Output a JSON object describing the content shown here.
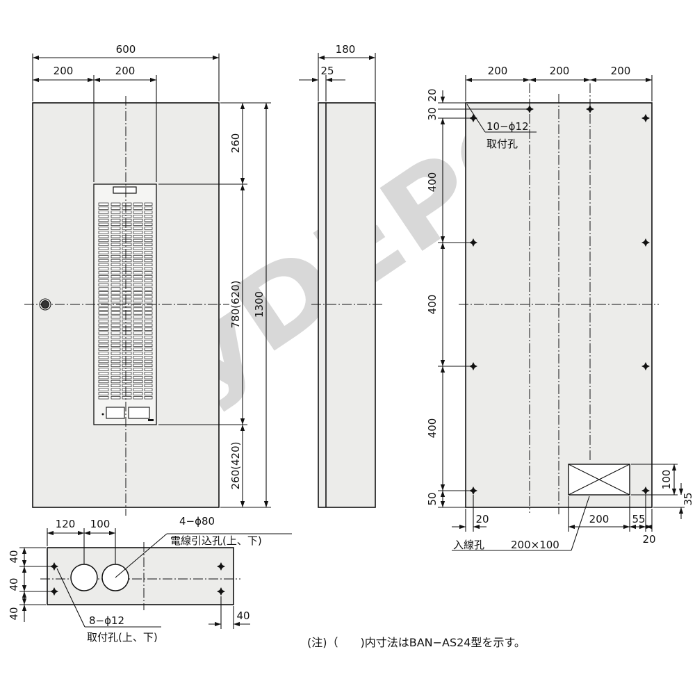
{
  "front": {
    "dims": {
      "width": "600",
      "left_offset": "200",
      "grille_width": "200",
      "top_gap": "260",
      "grille_height": "780(620)",
      "bottom_gap": "260(420)",
      "height": "1300"
    }
  },
  "side": {
    "dims": {
      "depth": "180",
      "flange": "25"
    }
  },
  "back": {
    "dims": {
      "spacing_1": "200",
      "spacing_2": "200",
      "spacing_3": "200",
      "top_20": "20",
      "top_30": "30",
      "v_400_1": "400",
      "v_400_2": "400",
      "v_400_3": "400",
      "bottom_50": "50",
      "bottom_20": "20",
      "inlet_w": "200",
      "inlet_right": "55",
      "right_20": "20",
      "inlet_h": "100",
      "inlet_bottom": "35"
    },
    "mount_callout": {
      "spec": "10−ϕ12",
      "name": "取付孔"
    },
    "inlet_callout": {
      "name": "入線孔",
      "size": "200×100"
    }
  },
  "bottom_view": {
    "dims": {
      "offset_120": "120",
      "pitch_100": "100",
      "v_40_1": "40",
      "v_40_2": "40",
      "v_40_3": "40",
      "right_40": "40"
    },
    "cable_callout": {
      "spec": "4−ϕ80",
      "name": "電線引込孔(上、下)"
    },
    "mount_callout": {
      "spec": "8−ϕ12",
      "name": "取付孔(上、下)"
    }
  },
  "note": "(注)（　　)内寸法はBAN−AS24型を示す。",
  "watermark": "keyDEPO."
}
